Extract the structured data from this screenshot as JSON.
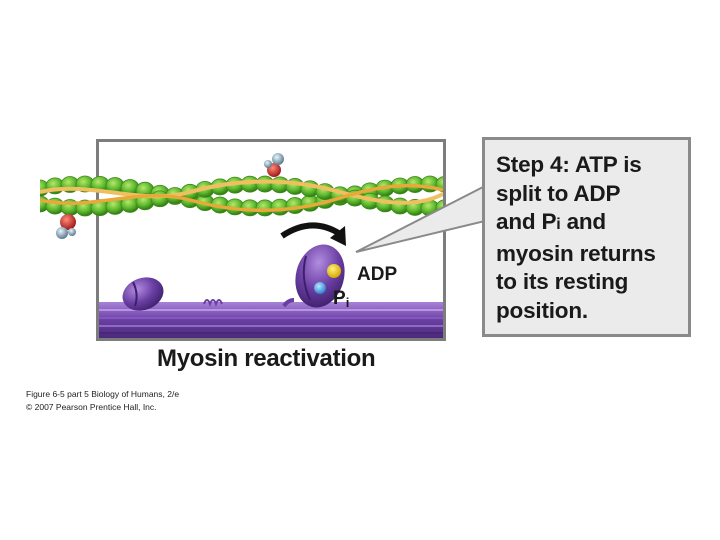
{
  "callout": {
    "step_label": "Step 4:",
    "text_line1": "ATP is",
    "text_line2": "split to ADP",
    "text_line3": "and P",
    "text_line3_sub": "i",
    "text_line3_end": " and",
    "text_line4": "myosin returns",
    "text_line5": "to its resting",
    "text_line6": "position."
  },
  "diagram": {
    "adp_label": "ADP",
    "pi_label": "P",
    "pi_sub": "i",
    "colors": {
      "actin_green": "#5cb82e",
      "actin_dark": "#2f7a12",
      "tropomyosin": "#e8b04a",
      "myosin_purple": "#6a3fa3",
      "myosin_light": "#9a6fd0",
      "atp_yellow": "#f0d020",
      "pi_blue": "#4aa3e8",
      "troponin_red": "#c83030"
    }
  },
  "caption": {
    "title": "Myosin reactivation",
    "figure_credit": "Figure 6-5 part 5  Biology of Humans, 2/e",
    "copyright": "© 2007 Pearson Prentice Hall, Inc."
  }
}
